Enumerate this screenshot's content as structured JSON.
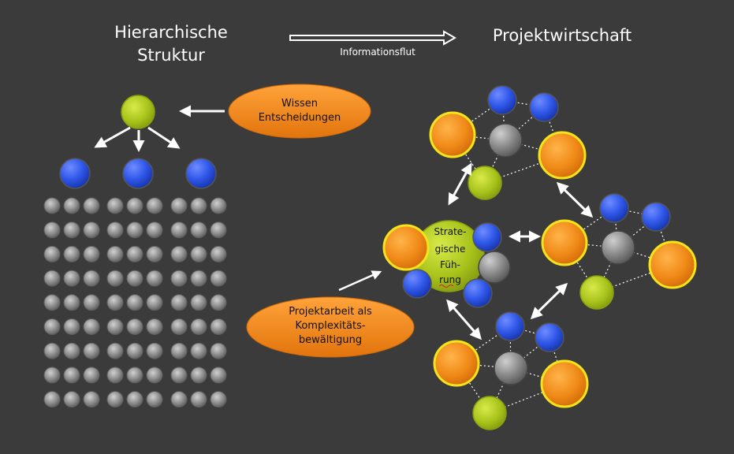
{
  "titles": {
    "left_line1": "Hierarchische",
    "left_line2": "Struktur",
    "right": "Projektwirtschaft",
    "flow_label": "Informationsflut"
  },
  "bubbles": {
    "top_line1": "Wissen",
    "top_line2": "Entscheidungen",
    "bottom_line1": "Projektarbeit als",
    "bottom_line2": "Komplexitäts-",
    "bottom_line3": "bewältigung"
  },
  "center_node": {
    "line1": "Strate-",
    "line2": "gische",
    "line3": "Füh-",
    "line4": "rung"
  },
  "hierarchy": {
    "grid_rows": 9,
    "units": 3,
    "dots_per_unit": 3
  },
  "colors": {
    "background": "#3b3b3b",
    "orange": "#f08a18",
    "orange_border": "#f4e41a",
    "blue": "#2f57e8",
    "green": "#a7c21a",
    "grey": "#8a8a8a",
    "white": "#ffffff"
  }
}
